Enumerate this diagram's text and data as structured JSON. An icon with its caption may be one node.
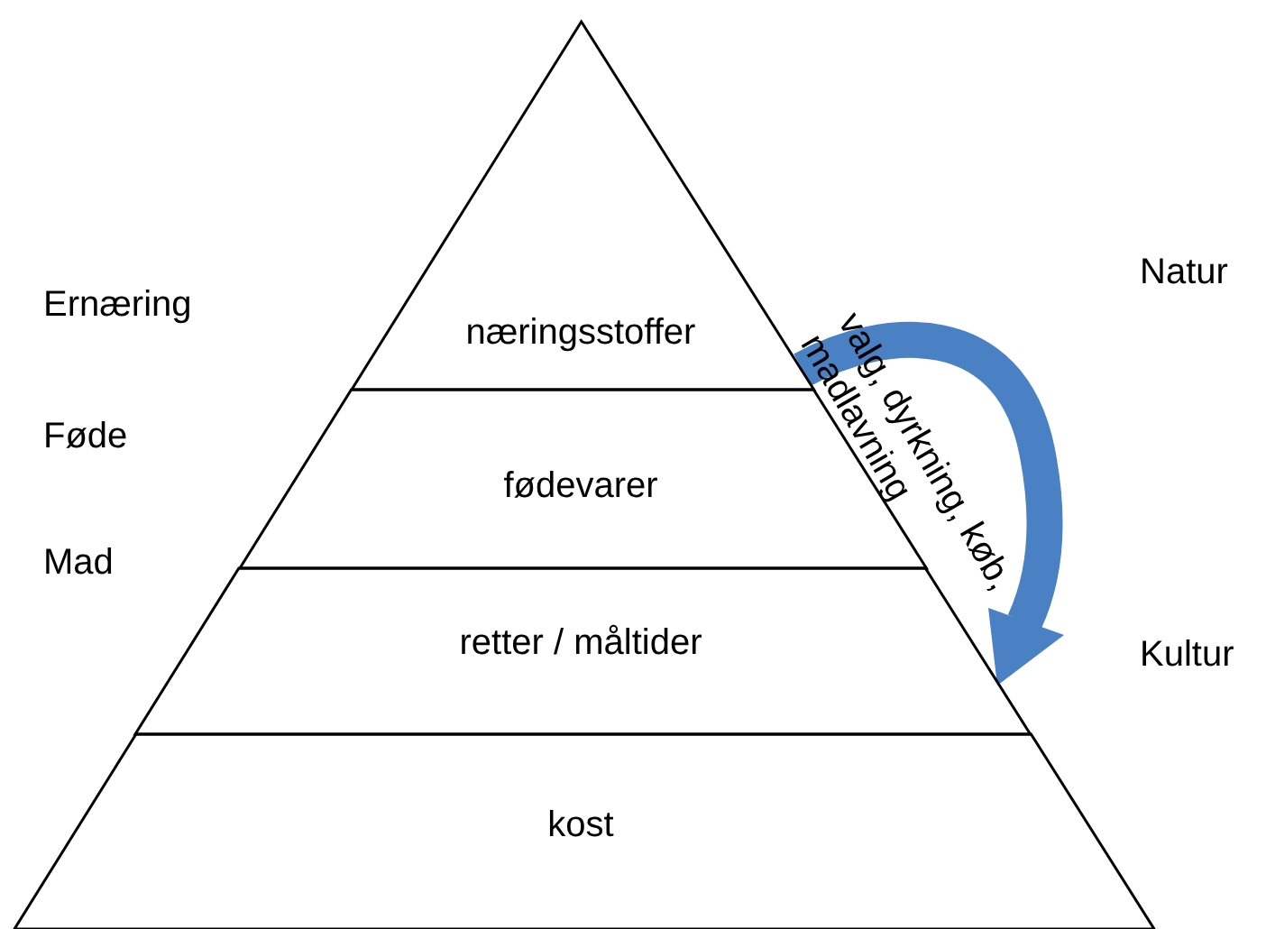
{
  "diagram": {
    "nodes": [
      {
        "text": [
          "næringsstoffer"
        ]
      },
      {
        "text": [
          "fødevarer"
        ]
      },
      {
        "text": [
          "retter / måltider"
        ]
      },
      {
        "text": [
          "kost"
        ]
      }
    ],
    "labels": [
      "Natur",
      "Ernæring",
      "valg, dyrkning, køb, madlavning",
      "Føde",
      "Mad",
      "Kultur"
    ]
  }
}
